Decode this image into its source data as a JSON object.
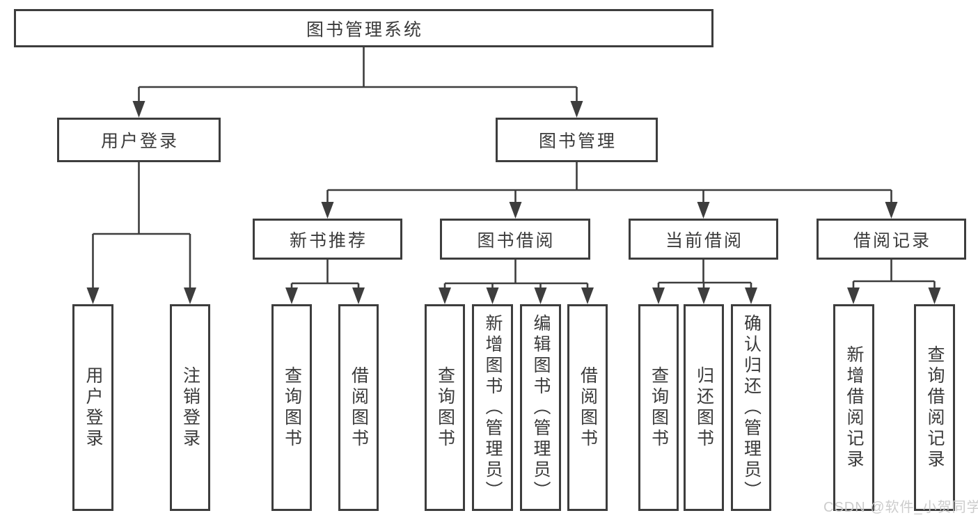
{
  "diagram": {
    "title": "图书管理系统",
    "branches": [
      {
        "label": "用户登录",
        "children": [
          {
            "label": "用户登录"
          },
          {
            "label": "注销登录"
          }
        ]
      },
      {
        "label": "图书管理",
        "children": [
          {
            "label": "新书推荐",
            "children": [
              {
                "label": "查询图书"
              },
              {
                "label": "借阅图书"
              }
            ]
          },
          {
            "label": "图书借阅",
            "children": [
              {
                "label": "查询图书"
              },
              {
                "label": "新增图书（管理员）"
              },
              {
                "label": "编辑图书（管理员）"
              },
              {
                "label": "借阅图书"
              }
            ]
          },
          {
            "label": "当前借阅",
            "children": [
              {
                "label": "查询图书"
              },
              {
                "label": "归还图书"
              },
              {
                "label": "确认归还（管理员）"
              }
            ]
          },
          {
            "label": "借阅记录",
            "children": [
              {
                "label": "新增借阅记录"
              },
              {
                "label": "查询借阅记录"
              }
            ]
          }
        ]
      }
    ]
  },
  "watermark": {
    "text": "CSDN @软件_小贺同学",
    "color": "#c9c9c9"
  },
  "colors": {
    "line": "#3d3d3d",
    "text": "#3a3a3a",
    "background": "#ffffff"
  }
}
